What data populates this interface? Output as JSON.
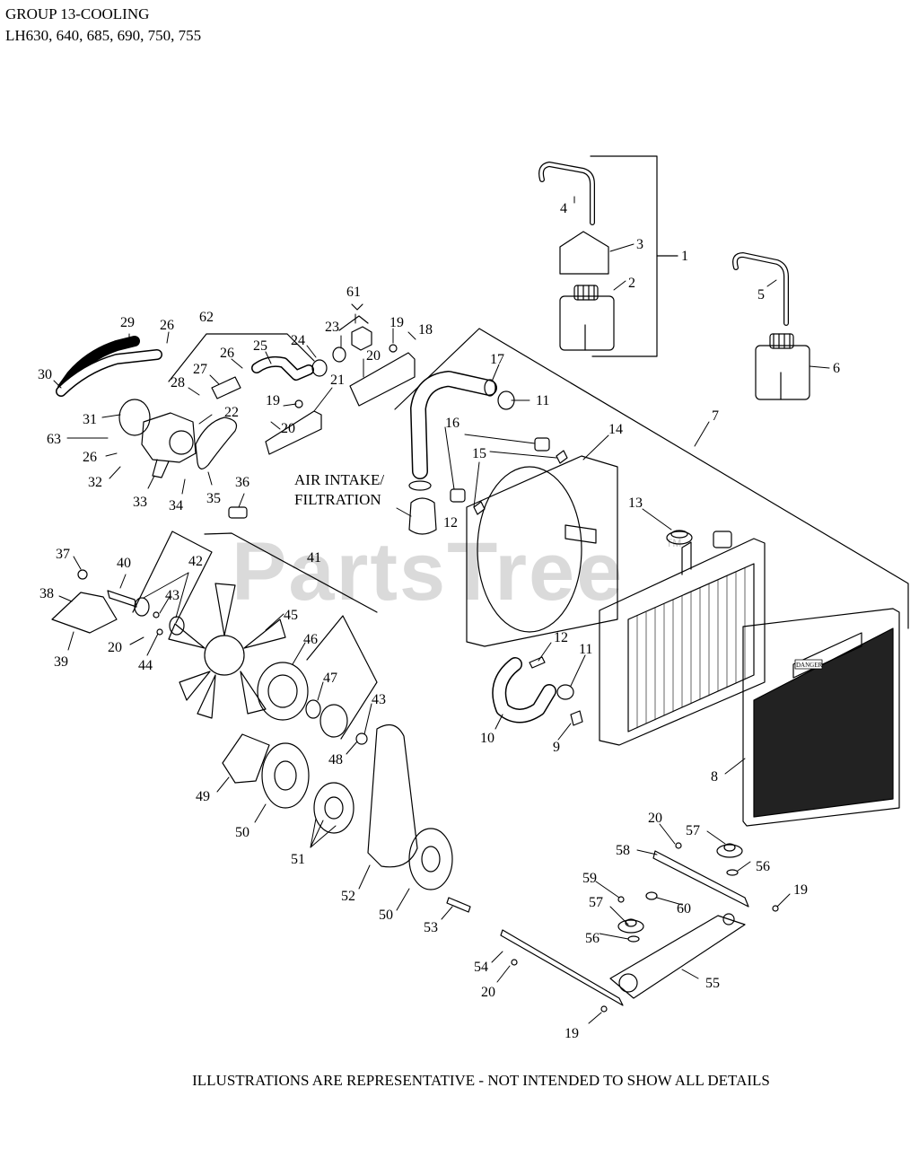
{
  "header": {
    "group": "GROUP 13-COOLING",
    "models": "LH630, 640, 685, 690, 750, 755"
  },
  "watermark": {
    "text": "PartsTree",
    "tm": "TM"
  },
  "labels": {
    "air_intake_1": "AIR INTAKE/",
    "air_intake_2": "FILTRATION",
    "radiator_tag": "DANGER"
  },
  "callouts": [
    "1",
    "2",
    "3",
    "4",
    "5",
    "6",
    "7",
    "8",
    "9",
    "10",
    "11",
    "12",
    "13",
    "14",
    "15",
    "16",
    "17",
    "18",
    "19",
    "20",
    "21",
    "22",
    "23",
    "24",
    "25",
    "26",
    "27",
    "28",
    "29",
    "30",
    "31",
    "32",
    "33",
    "34",
    "35",
    "36",
    "37",
    "38",
    "39",
    "40",
    "41",
    "42",
    "43",
    "44",
    "45",
    "46",
    "47",
    "48",
    "49",
    "50",
    "51",
    "52",
    "53",
    "54",
    "55",
    "56",
    "57",
    "58",
    "59",
    "60",
    "61",
    "62",
    "63"
  ],
  "footer": "ILLUSTRATIONS ARE REPRESENTATIVE - NOT INTENDED TO SHOW ALL DETAILS"
}
